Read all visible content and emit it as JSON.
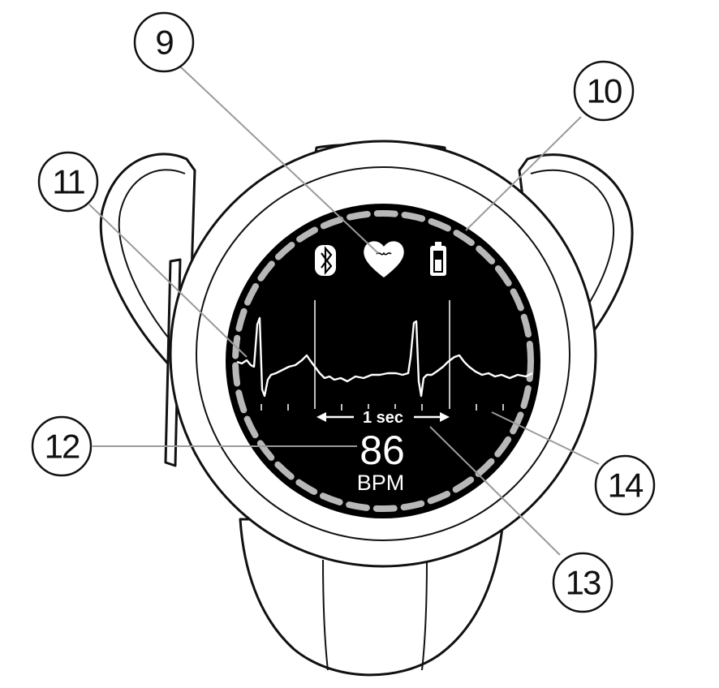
{
  "callouts": [
    {
      "id": "9",
      "label": "9"
    },
    {
      "id": "10",
      "label": "10"
    },
    {
      "id": "11",
      "label": "11"
    },
    {
      "id": "12",
      "label": "12"
    },
    {
      "id": "13",
      "label": "13"
    },
    {
      "id": "14",
      "label": "14"
    }
  ],
  "screen": {
    "time_scale_label": "1 sec",
    "heart_rate_value": "86",
    "heart_rate_unit": "BPM"
  },
  "icons": [
    "bluetooth-icon",
    "heart-icon",
    "battery-icon"
  ],
  "colors": {
    "screen_bg": "#000000",
    "ring_dashes": "#b8b8b8",
    "leader_lines": "#9a9a9a",
    "outline": "#111111"
  }
}
